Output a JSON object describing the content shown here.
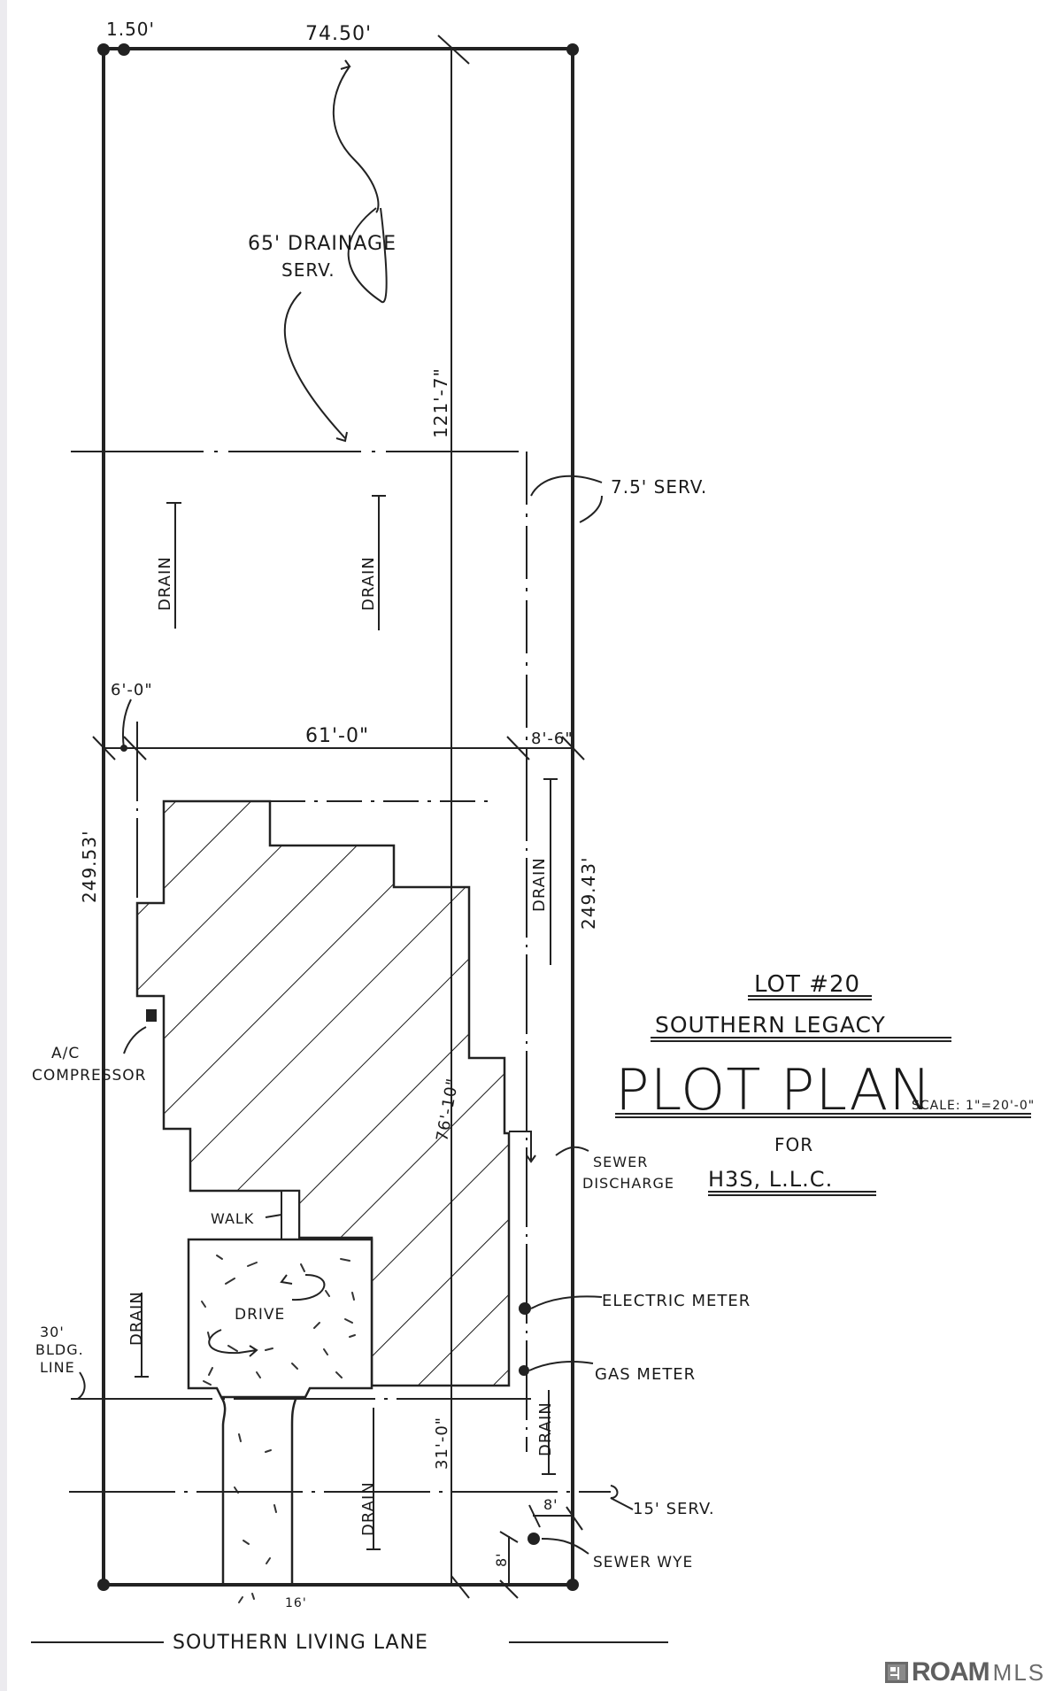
{
  "document": {
    "lot": "LOT #20",
    "subdivision": "SOUTHERN LEGACY",
    "title": "PLOT PLAN",
    "scale": "SCALE: 1\"=20'-0\"",
    "for_label": "FOR",
    "client": "H3S, L.L.C.",
    "street": "SOUTHERN LIVING LANE"
  },
  "dimensions": {
    "top_offset": "1.50'",
    "top_width": "74.50'",
    "left_depth": "249.53'",
    "right_depth": "249.43'",
    "rear_to_house": "121'-7\"",
    "left_setback": "6'-0\"",
    "house_width": "61'-0\"",
    "right_setback": "8'-6\"",
    "house_depth": "76'-10\"",
    "front_setback": "31'-0\"",
    "sewer_wye_x": "8'",
    "sewer_wye_y": "8'",
    "drive_width": "16'"
  },
  "annotations": {
    "drainage_servitude": "65' DRAINAGE",
    "drainage_servitude_2": "SERV.",
    "side_servitude": "7.5' SERV.",
    "front_servitude": "15' SERV.",
    "building_line": "30'",
    "building_line_2": "BLDG.",
    "building_line_3": "LINE",
    "ac_1": "A/C",
    "ac_2": "COMPRESSOR",
    "sewer_discharge_1": "SEWER",
    "sewer_discharge_2": "DISCHARGE",
    "electric_meter": "ELECTRIC METER",
    "gas_meter": "GAS METER",
    "sewer_wye": "SEWER WYE",
    "walk": "WALK",
    "drive": "DRIVE",
    "drain": "DRAIN"
  },
  "logo": {
    "brand": "ROAM",
    "suffix": "MLS"
  }
}
